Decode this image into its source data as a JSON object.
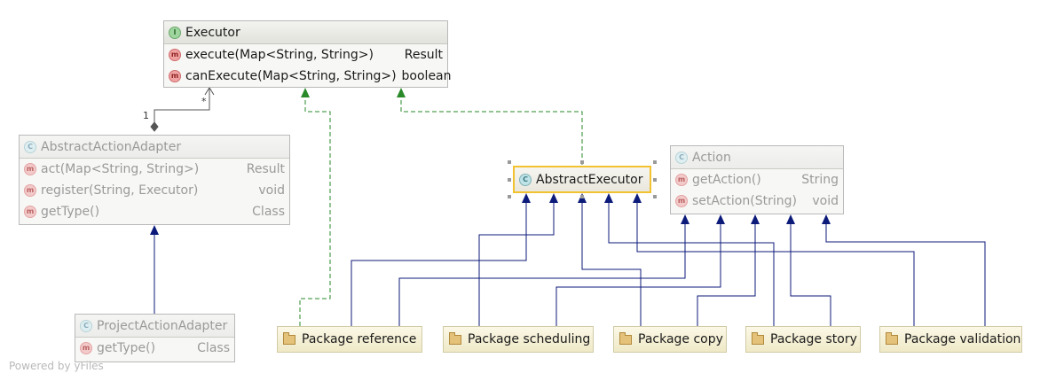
{
  "classes": {
    "executor": {
      "badge": "I",
      "name": "Executor",
      "methods": [
        {
          "badge": "m",
          "name": "execute(Map<String, String>)",
          "type": "Result"
        },
        {
          "badge": "m",
          "name": "canExecute(Map<String, String>)",
          "type": "boolean"
        }
      ]
    },
    "abstract_action_adapter": {
      "badge": "C",
      "name": "AbstractActionAdapter",
      "methods": [
        {
          "badge": "m",
          "name": "act(Map<String, String>)",
          "type": "Result"
        },
        {
          "badge": "m",
          "name": "register(String, Executor)",
          "type": "void"
        },
        {
          "badge": "m",
          "name": "getType()",
          "type": "Class"
        }
      ]
    },
    "project_action_adapter": {
      "badge": "C",
      "name": "ProjectActionAdapter",
      "methods": [
        {
          "badge": "m",
          "name": "getType()",
          "type": "Class"
        }
      ]
    },
    "abstract_executor": {
      "badge": "C",
      "name": "AbstractExecutor"
    },
    "action": {
      "badge": "C",
      "name": "Action",
      "methods": [
        {
          "badge": "m",
          "name": "getAction()",
          "type": "String"
        },
        {
          "badge": "m",
          "name": "setAction(String)",
          "type": "void"
        }
      ]
    }
  },
  "packages": [
    {
      "name": "Package reference"
    },
    {
      "name": "Package scheduling"
    },
    {
      "name": "Package copy"
    },
    {
      "name": "Package story"
    },
    {
      "name": "Package validation"
    }
  ],
  "multiplicity": {
    "one": "1",
    "many": "*"
  },
  "colors": {
    "realization": "#2a8a2a",
    "generalization": "#0c1a7a",
    "association": "#555555",
    "selection": "#f2c230"
  },
  "footer": "Powered by yFiles"
}
